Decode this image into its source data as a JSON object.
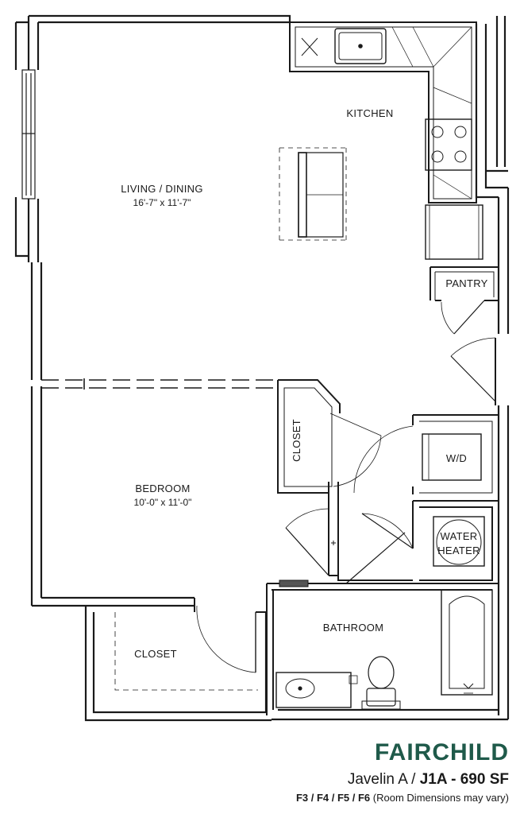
{
  "rooms": {
    "kitchen": "KITCHEN",
    "living_dining": "LIVING / DINING",
    "living_dining_dims": "16'-7\" x 11'-7\"",
    "pantry": "PANTRY",
    "closet_upper": "CLOSET",
    "wd": "W/D",
    "water_heater_line1": "WATER",
    "water_heater_line2": "HEATER",
    "bedroom": "BEDROOM",
    "bedroom_dims": "10'-0\" x 11'-0\"",
    "closet_lower": "CLOSET",
    "bathroom": "BATHROOM"
  },
  "footer": {
    "brand": "FAIRCHILD",
    "model_name": "Javelin A /",
    "unit_code": "J1A - 690 SF",
    "floors": "F3 / F4 / F5 / F6",
    "note": "(Room Dimensions may vary)"
  },
  "colors": {
    "brand": "#1f5a4a",
    "wall": "#1a1a1a"
  }
}
